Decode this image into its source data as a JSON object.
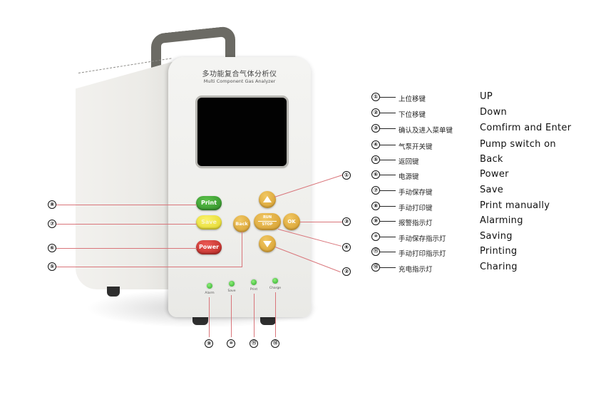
{
  "device": {
    "title_cn": "多功能复合气体分析仪",
    "title_en": "Multi Component Gas Analyzer",
    "colors": {
      "body": "#efefec",
      "handle": "#6b6a64",
      "screen": "#020202",
      "gold_keys": "#e0ab3e",
      "print_button": "#3fa634",
      "save_button": "#f1e64a",
      "power_button": "#d23a35",
      "led": "#3fc13a",
      "callout_line": "#d9757a"
    },
    "buttons": {
      "print": "Print",
      "save": "Save",
      "power": "Power",
      "back": "Back",
      "ok": "OK",
      "run": "RUN",
      "stop": "STOP"
    },
    "indicators": [
      {
        "label": "Alarm"
      },
      {
        "label": "Save"
      },
      {
        "label": "Print"
      },
      {
        "label": "Charge"
      }
    ]
  },
  "callouts": {
    "1": "①",
    "2": "②",
    "3": "③",
    "4": "④",
    "5": "⑤",
    "6": "⑥",
    "7": "⑦",
    "8": "⑧",
    "9": "⑨",
    "10": "⑩",
    "11": "⑪",
    "12": "⑫"
  },
  "legend": [
    {
      "num": "①",
      "cn": "上位移键",
      "en": "UP"
    },
    {
      "num": "②",
      "cn": "下位移键",
      "en": "Down"
    },
    {
      "num": "③",
      "cn": "确认及进入菜单键",
      "en": "Comfirm and Enter"
    },
    {
      "num": "④",
      "cn": "气泵开关键",
      "en": "Pump switch on"
    },
    {
      "num": "⑤",
      "cn": "返回键",
      "en": "Back"
    },
    {
      "num": "⑥",
      "cn": "电源键",
      "en": "Power"
    },
    {
      "num": "⑦",
      "cn": "手动保存键",
      "en": "Save"
    },
    {
      "num": "⑧",
      "cn": "手动打印键",
      "en": "Print manually"
    },
    {
      "num": "⑨",
      "cn": "报警指示灯",
      "en": "Alarming"
    },
    {
      "num": "⑩",
      "cn": "手动保存指示灯",
      "en": "Saving"
    },
    {
      "num": "⑪",
      "cn": "手动打印指示灯",
      "en": "Printing"
    },
    {
      "num": "⑫",
      "cn": "充电指示灯",
      "en": "Charing"
    }
  ]
}
